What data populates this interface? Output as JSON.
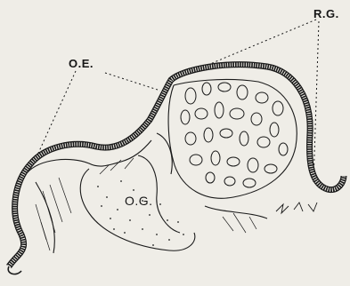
{
  "labels": {
    "rg": "R.G.",
    "oe": "O.E.",
    "og": "O.G."
  },
  "colors": {
    "paper": "#efede7",
    "ink": "#1a1a1a"
  }
}
